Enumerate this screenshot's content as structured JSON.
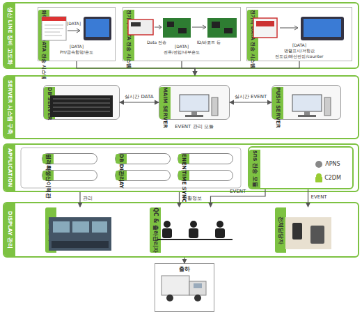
{
  "diagram": {
    "nodes": [
      {
        "text": [
          "생산 LINE 장비 고도화"
        ]
      },
      {
        "text": [
          "화학적 검사 DATA 전송 시스템"
        ],
        "in": 0
      },
      {
        "text": [
          "전기적 DATA 전송 시스템"
        ],
        "in": 0
      },
      {
        "text": [
          "전기적 DATA 전송 시스템"
        ],
        "in": 0
      },
      {
        "text": [
          "SERVER 시스템 구축"
        ]
      },
      {
        "text": [
          "DB SERVER"
        ],
        "in": 4
      },
      {
        "text": [
          "MAIM SERVER",
          "EVENT 관리 모듈"
        ],
        "in": 4
      },
      {
        "text": [
          "PUSH SERVER"
        ],
        "in": 4
      },
      {
        "text": [
          "APPLICATION"
        ]
      },
      {
        "text": [
          "원격확인"
        ],
        "in": 8
      },
      {
        "text": [
          "DB DISPLAY"
        ],
        "in": 8
      },
      {
        "text": [
          "ENENT"
        ],
        "in": 8
      },
      {
        "text": [
          "생산이력관"
        ],
        "in": 8
      },
      {
        "text": [
          "관리"
        ],
        "in": 8
      },
      {
        "text": [
          "TIME SYNC"
        ],
        "in": 8
      },
      {
        "text": [
          "sns 전송 모듈"
        ],
        "in": 8
      },
      {
        "text": [
          "DISPLAY 관리"
        ]
      },
      {
        "text": [
          "관리센터"
        ],
        "in": 16
      },
      {
        "text": [
          "QC & 출하관리자"
        ],
        "in": 16
      },
      {
        "text": [
          "전체담당자"
        ],
        "in": 16
      },
      {
        "text": [
          "출하"
        ]
      }
    ],
    "edges": [
      {
        "from": 1,
        "to": 4,
        "arrow": "to"
      },
      {
        "from": 2,
        "to": 4,
        "arrow": "to"
      },
      {
        "from": 3,
        "to": 4,
        "arrow": "to"
      },
      {
        "from": 5,
        "to": 6,
        "label": "실시간 DATA",
        "arrow": "both"
      },
      {
        "from": 6,
        "to": 7,
        "label": "실시간 EVENT",
        "arrow": "both"
      },
      {
        "from": 8,
        "to": 17,
        "label": "관리",
        "arrow": "to"
      },
      {
        "from": 8,
        "to": 18,
        "label": "현황정보",
        "arrow": "to"
      },
      {
        "from": 15,
        "to": 18,
        "label": "EVENT",
        "arrow": "to"
      },
      {
        "from": 15,
        "to": 19,
        "label": "EVENT",
        "arrow": "to"
      },
      {
        "from": 16,
        "to": 20,
        "arrow": "to"
      }
    ],
    "labels": [
      "[DATA]",
      "[DATA]",
      "PH/금속함량/온도",
      "Data 전송",
      "ID/바코드 등",
      "[DATA]",
      "전류/전압/내부온도",
      "[DATA]",
      "병렬표시/저항값",
      "전도값/배선판정/counter",
      "APNS",
      "C2DM"
    ]
  }
}
